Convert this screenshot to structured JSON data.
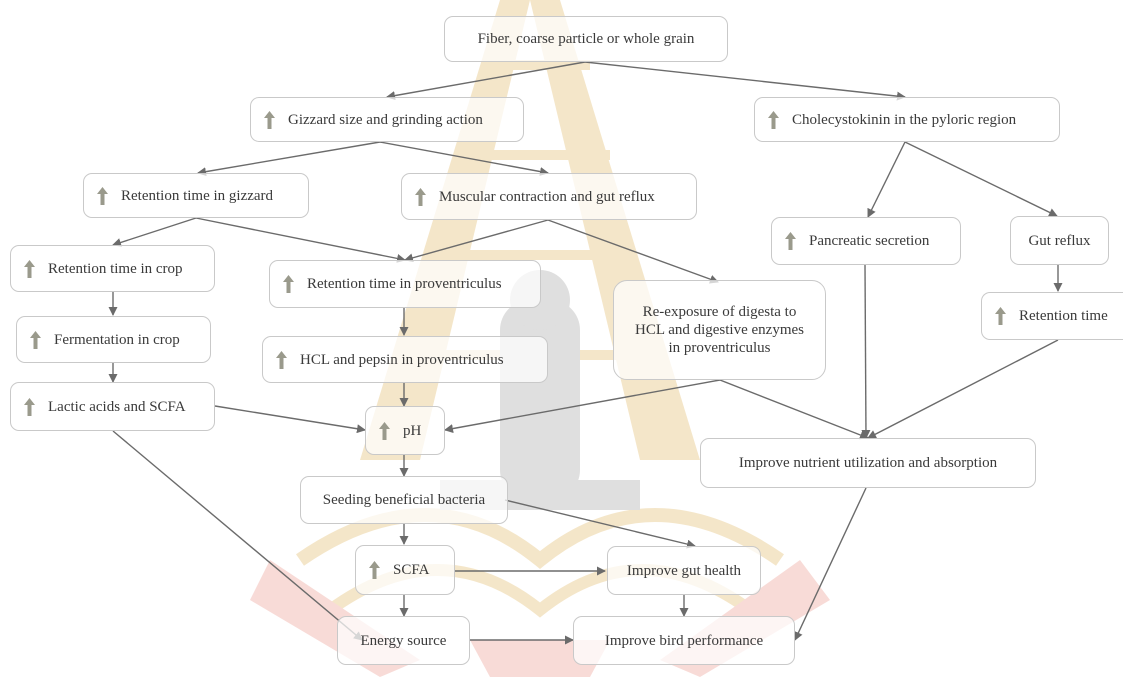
{
  "colors": {
    "arrow": "#6b6b6b",
    "up_arrow": "#9a9a8c",
    "box_border": "#c9c9c9",
    "watermark_gold": "#e8c98a",
    "watermark_red": "#f0b0a8",
    "watermark_figure": "#b9b9b9"
  },
  "icons": {
    "increase": "up-arrow-icon"
  },
  "nodes": {
    "fiber": "Fiber, coarse particle or whole grain",
    "gizzard_size": "Gizzard size and grinding action",
    "cholecystokinin": "Cholecystokinin in the pyloric region",
    "retention_gizzard": "Retention time in gizzard",
    "muscular": "Muscular contraction and gut reflux",
    "pancreatic": "Pancreatic secretion",
    "gut_reflux": "Gut reflux",
    "retention_crop": "Retention time in crop",
    "retention_proventriculus": "Retention time in proventriculus",
    "reexposure": "Re-exposure of digesta to HCL and digestive enzymes in proventriculus",
    "retention_time": "Retention time",
    "fermentation": "Fermentation in crop",
    "hcl_pepsin": "HCL and pepsin in proventriculus",
    "lactic": "Lactic acids and SCFA",
    "ph": "pH",
    "nutrient": "Improve nutrient utilization and absorption",
    "seeding": "Seeding beneficial bacteria",
    "scfa": "SCFA",
    "gut_health": "Improve gut health",
    "energy": "Energy source",
    "bird_performance": "Improve bird performance"
  }
}
